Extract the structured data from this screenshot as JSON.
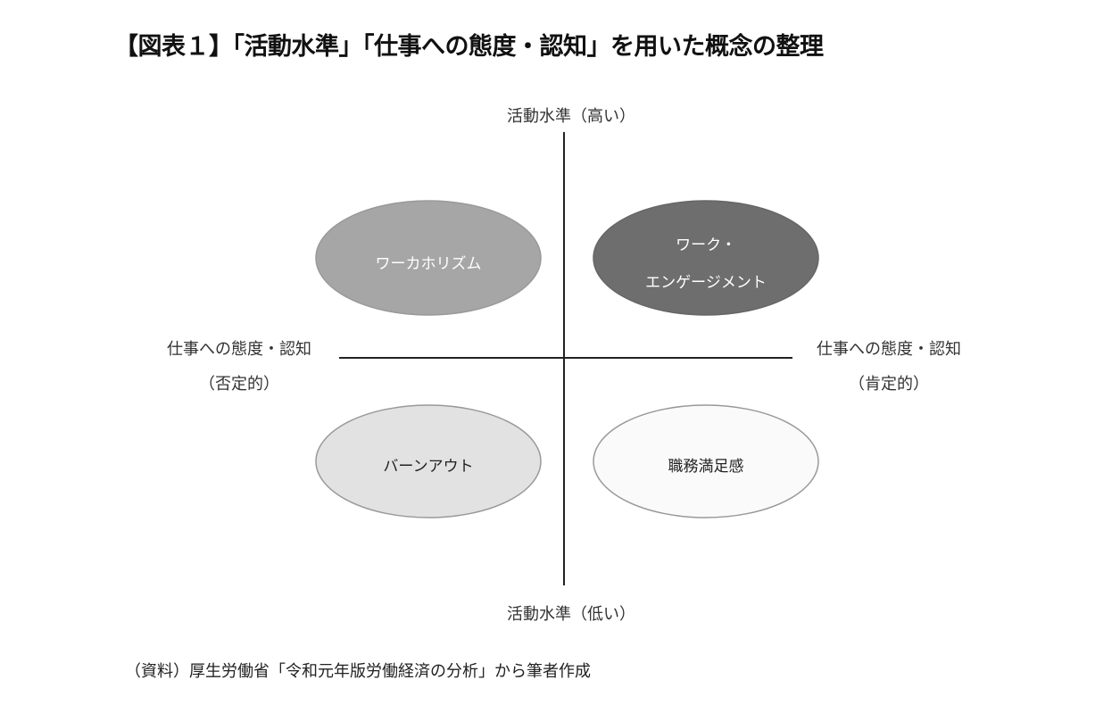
{
  "title": "【図表１】「活動水準」「仕事への態度・認知」を用いた概念の整理",
  "axes": {
    "top": "活動水準（高い）",
    "bottom": "活動水準（低い）",
    "left_line1": "仕事への態度・認知",
    "left_line2": "（否定的）",
    "right_line1": "仕事への態度・認知",
    "right_line2": "（肯定的）"
  },
  "quadrants": {
    "top_left": {
      "label": "ワーカホリズム",
      "fill": "#a6a6a6",
      "text_color": "#ffffff"
    },
    "top_right": {
      "label_line1": "ワーク・",
      "label_line2": "エンゲージメント",
      "fill": "#6e6e6e",
      "text_color": "#ffffff"
    },
    "bottom_left": {
      "label": "バーンアウト",
      "fill": "#e2e2e2",
      "text_color": "#222222"
    },
    "bottom_right": {
      "label": "職務満足感",
      "fill": "#fafafa",
      "text_color": "#222222"
    }
  },
  "source": "（資料）厚生労働省「令和元年版労働経済の分析」から筆者作成"
}
